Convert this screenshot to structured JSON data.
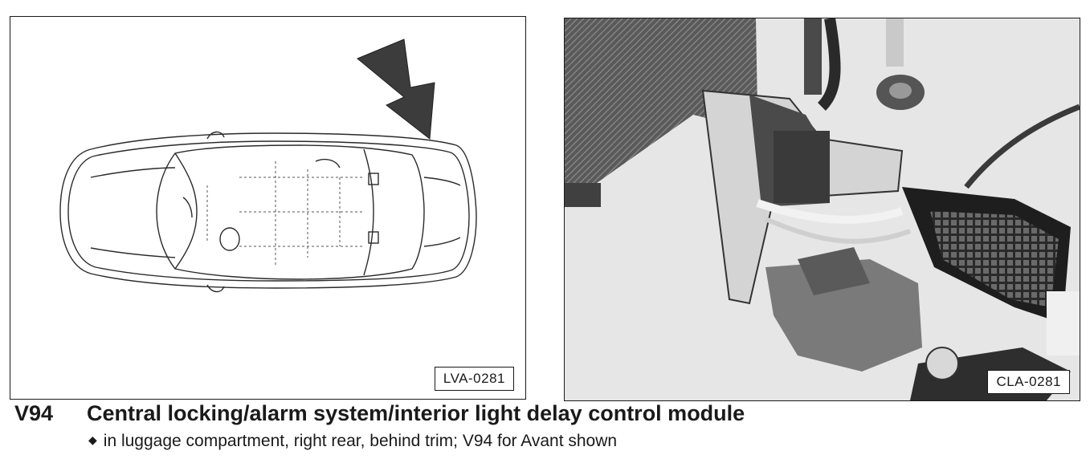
{
  "figure_left": {
    "ref_code": "LVA-0281",
    "icon": "car-top-view-diagram-with-arrow"
  },
  "figure_right": {
    "ref_code": "CLA-0281",
    "icon": "photo-control-module-in-luggage-compartment"
  },
  "caption": {
    "component_code": "V94",
    "title": "Central locking/alarm system/interior light delay control module",
    "bullet_glyph": "◆",
    "note": "in luggage compartment, right rear, behind trim; V94 for Avant shown"
  }
}
